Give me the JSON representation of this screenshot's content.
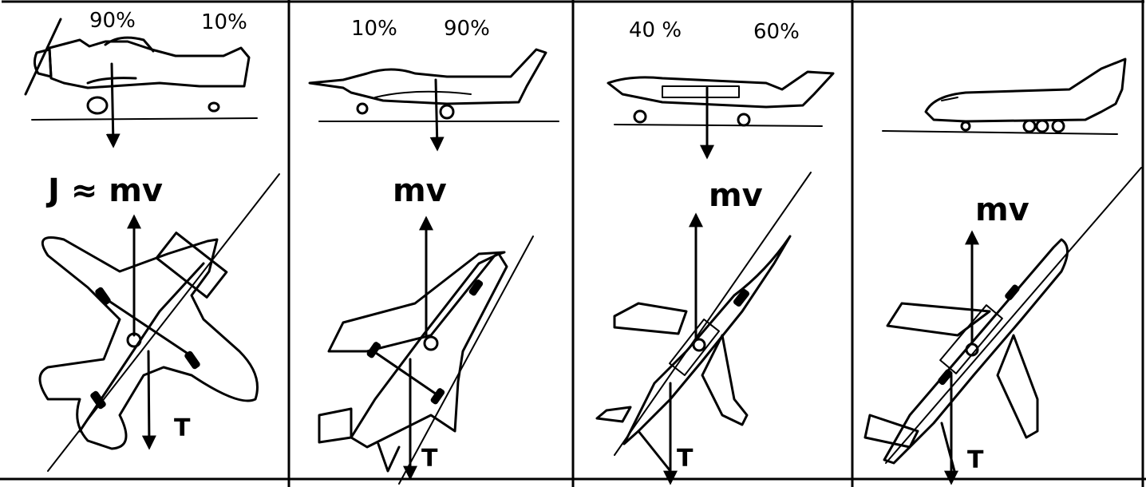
{
  "panels": [
    {
      "top_left_pct": "90%",
      "top_right_pct": "10%",
      "momentum_label": "J ≈ mv",
      "thrust_label": "T"
    },
    {
      "top_left_pct": "10%",
      "top_right_pct": "90%",
      "momentum_label": "mv",
      "thrust_label": "T"
    },
    {
      "top_left_pct": "40 %",
      "top_right_pct": "60%",
      "momentum_label": "mv",
      "thrust_label": "T"
    },
    {
      "top_left_pct": "",
      "top_right_pct": "",
      "momentum_label": "mv",
      "thrust_label": "T"
    }
  ],
  "colors": {
    "ink": "#000000",
    "paper": "#ffffff"
  }
}
